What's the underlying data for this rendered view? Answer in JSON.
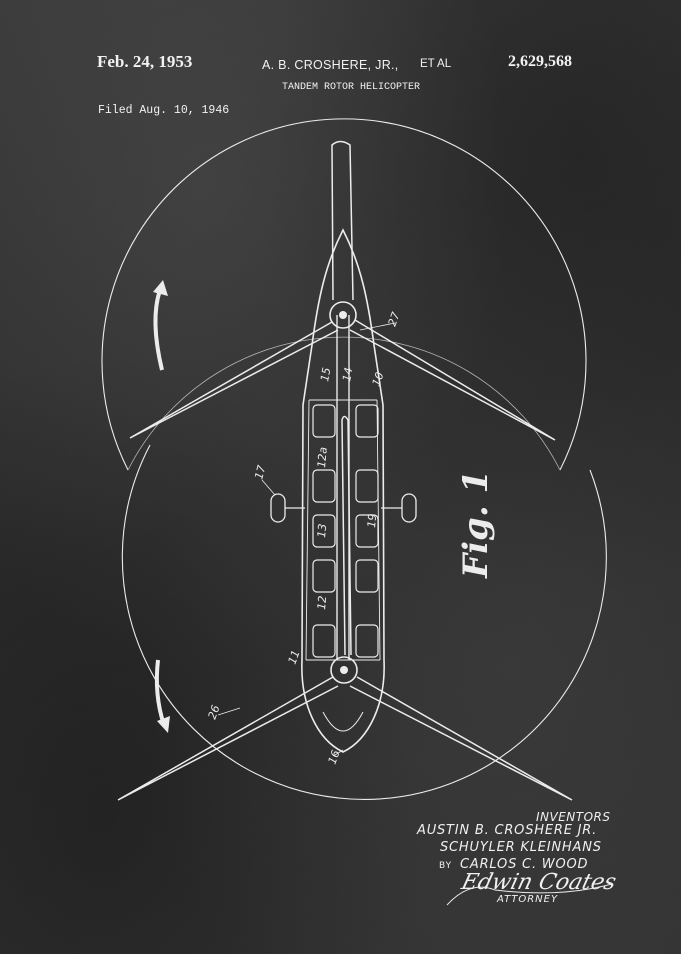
{
  "header": {
    "date": "Feb. 24, 1953",
    "inventor": "A. B. CROSHERE, JR.,",
    "et_al": "ET AL",
    "patent_number": "2,629,568",
    "title": "TANDEM ROTOR HELICOPTER",
    "filed": "Filed Aug. 10, 1946"
  },
  "figure": {
    "label": "Fig. 1",
    "callouts": {
      "c10": "10",
      "c11": "11",
      "c12": "12",
      "c12a": "12a",
      "c13": "13",
      "c14": "14",
      "c15": "15",
      "c16": "16",
      "c17": "17",
      "c19": "19",
      "c26": "26",
      "c27": "27"
    }
  },
  "signatures": {
    "inventors_label": "INVENTORS",
    "inventor_1": "AUSTIN B. CROSHERE JR.",
    "inventor_2": "SCHUYLER KLEINHANS",
    "inventor_3": "CARLOS C. WOOD",
    "by": "BY",
    "attorney_signature": "Edwin Coates",
    "attorney_label": "ATTORNEY"
  },
  "colors": {
    "ink": "#ececec",
    "background": "#2f2f2f"
  }
}
